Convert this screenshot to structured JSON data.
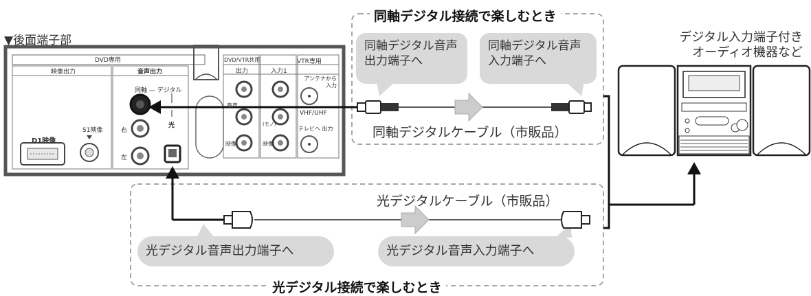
{
  "rear_panel": {
    "heading": "▼後面端子部",
    "dvd_only": "DVD専用",
    "video_out": "映像出力",
    "audio_out": "音声出力",
    "coax_digital": "同軸 — デジタル",
    "optical": "光",
    "right": "右",
    "left": "左",
    "s1_video": "S1映像",
    "d1_video": "D1映像",
    "dvd_vtr_shared": "DVD/VTR共用",
    "vtr_only": "VTR専用",
    "output": "出力",
    "input1": "入力1",
    "antenna_in": "アンテナから入力",
    "audio": "音声",
    "video": "映像",
    "mono": "(モノ)",
    "vhf_uhf": "VHF/UHF",
    "tv_out": "テレビへ 出力"
  },
  "coax_section": {
    "title": "同軸デジタル接続で楽しむとき",
    "bubble_out": "同軸デジタル音声出力端子へ",
    "bubble_in": "同軸デジタル音声入力端子へ",
    "cable_label": "同軸デジタルケーブル（市販品）"
  },
  "optical_section": {
    "title": "光デジタル接続で楽しむとき",
    "cable_label": "光デジタルケーブル（市販品）",
    "bubble_out": "光デジタル音声出力端子へ",
    "bubble_in": "光デジタル音声入力端子へ"
  },
  "device": {
    "label_line1": "デジタル入力端子付き",
    "label_line2": "オーディオ機器など"
  }
}
